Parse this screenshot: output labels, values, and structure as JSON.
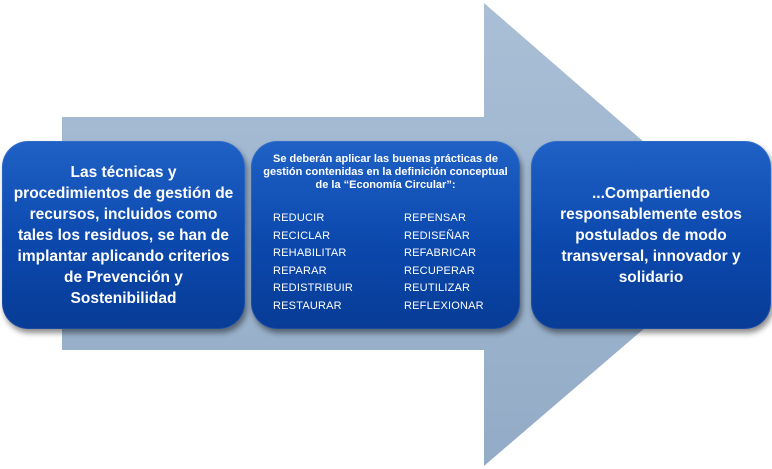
{
  "diagram": {
    "arrow_color": "#9fb6cf",
    "box_color": "#0d4aac",
    "left_box": {
      "text": "Las técnicas y procedimientos de gestión de recursos, incluidos como tales los residuos, se han de implantar aplicando criterios de Prevención y Sostenibilidad"
    },
    "middle_box": {
      "intro": "Se deberán aplicar  las buenas prácticas de gestión contenidas en la definición conceptual de la “Economía Circular”:",
      "col_left": [
        "REDUCIR",
        "RECICLAR",
        "REHABILITAR",
        "REPARAR",
        "REDISTRIBUIR",
        "RESTAURAR"
      ],
      "col_right": [
        "REPENSAR",
        "REDISEÑAR",
        "REFABRICAR",
        "RECUPERAR",
        "REUTILIZAR",
        "REFLEXIONAR"
      ]
    },
    "right_box": {
      "text": "...Compartiendo responsablemente estos postulados de modo transversal, innovador y solidario"
    }
  }
}
